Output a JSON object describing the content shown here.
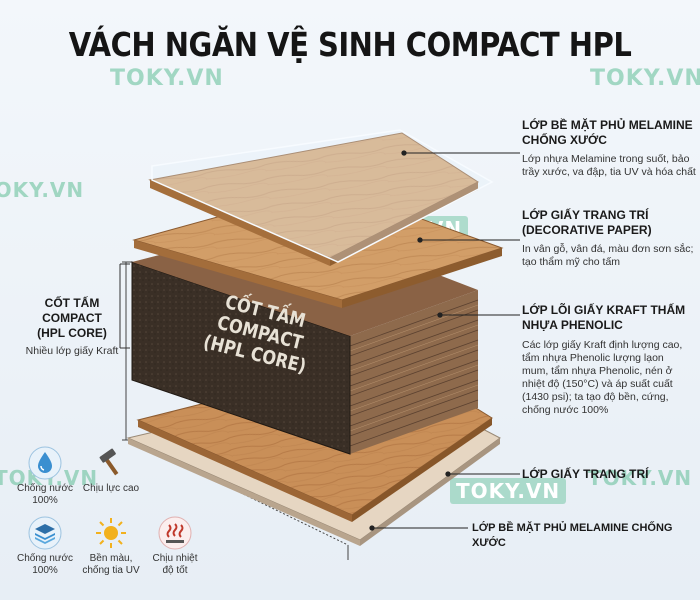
{
  "title": "VÁCH NGĂN VỆ SINH COMPACT HPL",
  "watermark": "TOKY.VN",
  "core_label": {
    "line1": "CỐT TẤM COMPACT",
    "line2": "(HPL CORE)"
  },
  "left_callout": {
    "title_line1": "CỐT TẤM COMPACT",
    "title_line2": "(HPL CORE)",
    "desc": "Nhiều lớp giấy Kraft"
  },
  "layers": [
    {
      "title_line1": "LỚP BỀ MẶT PHỦ MELAMINE",
      "title_line2": "CHỐNG XƯỚC",
      "desc_line1": "Lớp nhựa Melamine trong suốt, bảo",
      "desc_line2": "trầy xước, va đập, tia UV và hóa chất"
    },
    {
      "title_line1": "LỚP GIẤY TRANG TRÍ",
      "title_line2": "(DECORATIVE PAPER)",
      "desc_line1": "In vân gỗ, vân đá, màu đơn sơn sắc;",
      "desc_line2": "tạo thẩm mỹ cho tấm"
    },
    {
      "title_line1": "LỚP LÕI GIẤY KRAFT THẤM",
      "title_line2": "NHỰA PHENOLIC",
      "desc_line1": "Các lớp giấy Kraft định lượng cao,",
      "desc_line2": "tẩm nhựa Phenolic lượng lạon",
      "desc_line3": "mum, tẩm nhựa Phenolic, nén ở",
      "desc_line4": "nhiệt độ (150°C) và áp suất cuất",
      "desc_line5": "(1430 psi); ta tạo độ bền, cứng,",
      "desc_line6": "chống nước 100%"
    },
    {
      "title_line1": "LỚP GIẤY TRANG TRÍ"
    },
    {
      "title_line1": "LỚP BỀ MẶT PHỦ MELAMINE CHỐNG XƯỚC"
    }
  ],
  "features": [
    {
      "label_line1": "Chống nước",
      "label_line2": "100%",
      "icon": "water-drop-icon"
    },
    {
      "label_line1": "Chịu lực cao",
      "label_line2": "",
      "icon": "hammer-icon"
    },
    {
      "label_line1": "Chống nước",
      "label_line2": "100%",
      "icon": "layers-icon"
    },
    {
      "label_line1": "Bền màu,",
      "label_line2": "chống tia UV",
      "icon": "sun-icon"
    },
    {
      "label_line1": "Chịu nhiệt",
      "label_line2": "độ tốt",
      "icon": "heat-icon"
    }
  ],
  "colors": {
    "wood_light": "#d7a775",
    "wood_mid": "#c48a55",
    "wood_dark": "#a86c3b",
    "core": "#3b3027",
    "kraft": "#9a7453",
    "accent_blue": "#2d89c8",
    "heat_red": "#c0392b",
    "sun": "#f2b11d"
  }
}
